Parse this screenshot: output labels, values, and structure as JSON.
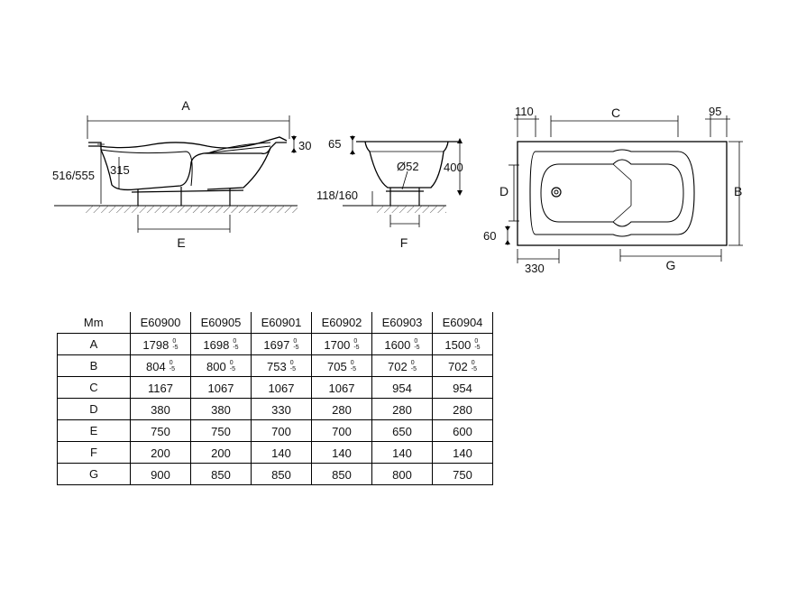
{
  "side_view": {
    "label_a": "A",
    "label_e": "E",
    "height_total": "516/555",
    "depth": "315",
    "rim": "30"
  },
  "end_view": {
    "rim_height": "65",
    "drain": "Ø52",
    "height": "400",
    "leg_height": "118/160",
    "label_f": "F"
  },
  "top_view": {
    "left_margin": "110",
    "label_c": "C",
    "right_margin": "95",
    "label_d": "D",
    "label_b": "B",
    "bottom_offset": "60",
    "left_offset": "330",
    "label_g": "G"
  },
  "table": {
    "unit": "Mm",
    "models": [
      "E60900",
      "E60905",
      "E60901",
      "E60902",
      "E60903",
      "E60904"
    ],
    "rows": [
      {
        "label": "A",
        "values": [
          "1798",
          "1698",
          "1697",
          "1700",
          "1600",
          "1500"
        ],
        "tol_top": "0",
        "tol_bottom": "-5"
      },
      {
        "label": "B",
        "values": [
          "804",
          "800",
          "753",
          "705",
          "702",
          "702"
        ],
        "tol_top": "0",
        "tol_bottom": "-5"
      },
      {
        "label": "C",
        "values": [
          "1167",
          "1067",
          "1067",
          "1067",
          "954",
          "954"
        ]
      },
      {
        "label": "D",
        "values": [
          "380",
          "380",
          "330",
          "280",
          "280",
          "280"
        ]
      },
      {
        "label": "E",
        "values": [
          "750",
          "750",
          "700",
          "700",
          "650",
          "600"
        ]
      },
      {
        "label": "F",
        "values": [
          "200",
          "200",
          "140",
          "140",
          "140",
          "140"
        ]
      },
      {
        "label": "G",
        "values": [
          "900",
          "850",
          "850",
          "850",
          "800",
          "750"
        ]
      }
    ]
  }
}
